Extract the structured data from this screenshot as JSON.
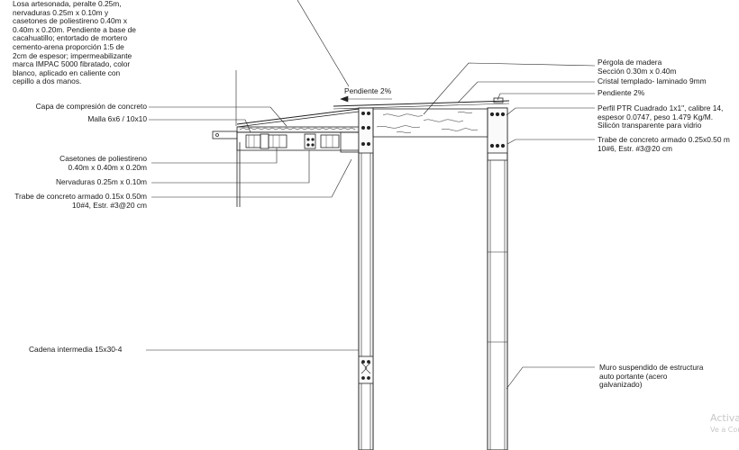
{
  "labels": {
    "losa": "Losa artesonada, peralte 0.25m,\nnervaduras 0.25m x 0.10m y\ncasetones de poliestireno 0.40m x\n0.40m x 0.20m. Pendiente a base de\ncacahuatillo; entortado de mortero\ncemento-arena proporción 1:5 de\n2cm de espesor; impermeabilizante\nmarca IMPAC 5000 fibratado, color\nblanco, aplicado en caliente con\ncepillo a dos manos.",
    "capa_compresion": "Capa de compresión de concreto",
    "malla": "Malla 6x6 / 10x10",
    "casetones": "Casetones de poliestireno\n0.40m x 0.40m x 0.20m",
    "nervaduras": "Nervaduras 0.25m x 0.10m",
    "trabe_izq": "Trabe de concreto armado 0.15x 0.50m\n10#4, Estr. #3@20 cm",
    "pendiente_centro": "Pendiente 2%",
    "cadena": "Cadena intermedia 15x30-4",
    "pergola": "Pérgola de madera\nSección 0.30m x 0.40m",
    "cristal": "Cristal templado- laminado 9mm",
    "pendiente_der": "Pendiente 2%",
    "perfil_ptr": "Perfil PTR Cuadrado 1x1\", calibre 14,\nespesor 0.0747, peso 1.479 Kg/M.\nSilicón transparente para vidrio",
    "trabe_der": "Trabe de concreto armado 0.25x0.50 m\n10#6, Estr. #3@20 cm",
    "muro": "Muro suspendido de estructura\nauto portante (acero\ngalvanizado)"
  },
  "watermark": {
    "line1": "Activa",
    "line2": "Ve a Con"
  }
}
